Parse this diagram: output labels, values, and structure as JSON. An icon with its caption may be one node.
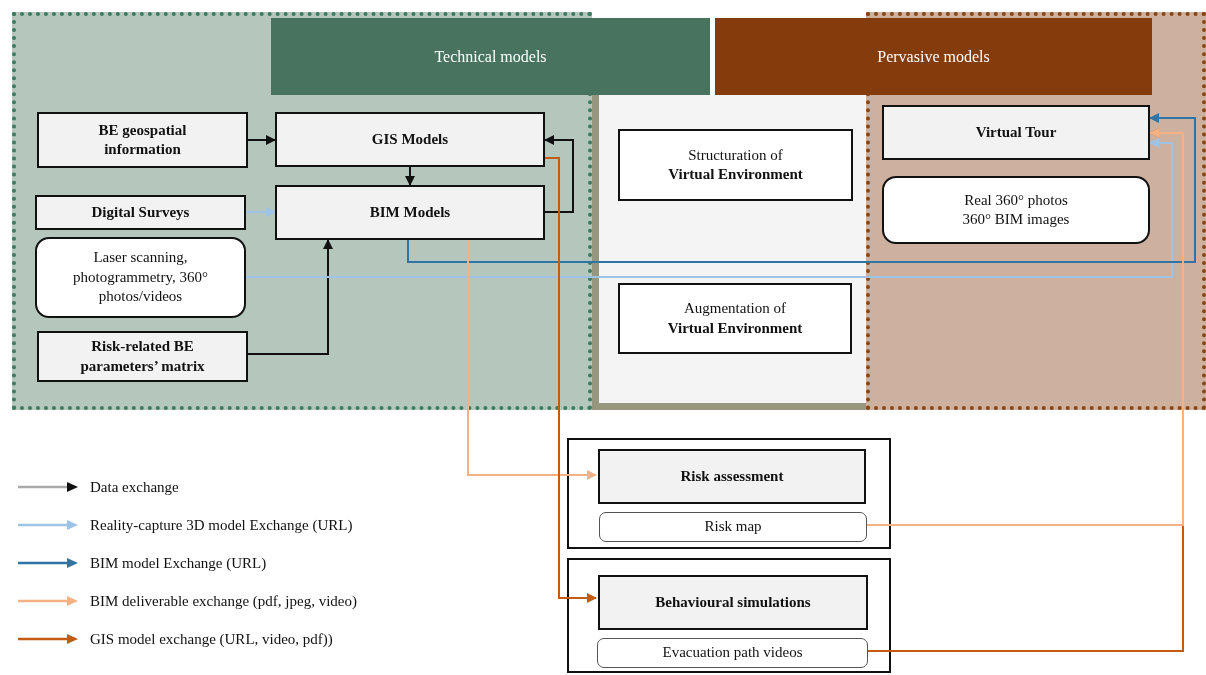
{
  "diagram": {
    "nodes": [
      {
        "text": [],
        "shape": "box"
      },
      {
        "text": [],
        "shape": "box"
      },
      {
        "text": [
          "BE geospatial information"
        ],
        "in": 0
      },
      {
        "text": [
          "GIS Models"
        ],
        "in": 0
      },
      {
        "text": [
          "Digital Surveys"
        ],
        "in": 0
      },
      {
        "text": [
          "BIM Models"
        ],
        "in": 0
      },
      {
        "text": [
          "Laser scanning, photogrammetry, 360° photos/videos"
        ],
        "in": 0
      },
      {
        "text": [
          "Risk-related BE parameters’ matrix"
        ],
        "in": 0
      },
      {
        "text": [],
        "shape": "box"
      },
      {
        "text": [
          "Structuration of **Virtual Environment**"
        ],
        "in": 8
      },
      {
        "text": [
          "Augmentation of **Virtual Environment**"
        ],
        "in": 8
      },
      {
        "text": [
          "Virtual Tour"
        ],
        "in": 1
      },
      {
        "text": [
          "Real 360° photos 360° BIM images"
        ],
        "in": 1
      },
      {
        "text": [],
        "shape": "box"
      },
      {
        "text": [
          "Risk assessment"
        ],
        "in": 13
      },
      {
        "text": [
          "Risk map"
        ],
        "in": 13
      },
      {
        "text": [],
        "shape": "box"
      },
      {
        "text": [
          "Behavioural simulations"
        ],
        "in": 16
      },
      {
        "text": [
          "Evacuation path videos"
        ],
        "in": 16
      },
      {
        "text": [
          "Technical models"
        ]
      },
      {
        "text": [
          "Pervasive models"
        ]
      }
    ],
    "edges": [
      {
        "from": 2,
        "to": 3,
        "arrow": "to"
      },
      {
        "from": 3,
        "to": 5,
        "arrow": "to"
      },
      {
        "from": 5,
        "to": 3,
        "arrow": "to"
      },
      {
        "from": 7,
        "to": 5,
        "arrow": "to"
      },
      {
        "from": 4,
        "to": 5,
        "arrow": "to",
        "color": "#9dc3e6"
      },
      {
        "from": 6,
        "to": 11,
        "arrow": "to",
        "color": "#9dc3e6"
      },
      {
        "from": 5,
        "to": 11,
        "arrow": "to",
        "color": "#2e75a6"
      },
      {
        "from": 5,
        "to": 14,
        "arrow": "to",
        "color": "#f4b183"
      },
      {
        "from": 3,
        "to": 17,
        "arrow": "to",
        "color": "#c55a11"
      },
      {
        "from": 18,
        "to": 11,
        "arrow": "to",
        "color": "#c55a11"
      },
      {
        "from": 15,
        "to": 11,
        "arrow": "to",
        "color": "#f4b183"
      }
    ],
    "legend": [
      {
        "text": "Data exchange"
      },
      {
        "text": "Reality-capture 3D model Exchange (URL)"
      },
      {
        "text": "BIM model Exchange (URL)"
      },
      {
        "text": "BIM deliverable exchange (pdf, jpeg, video)"
      },
      {
        "text": "GIS model exchange (URL,  video, pdf))"
      }
    ]
  }
}
